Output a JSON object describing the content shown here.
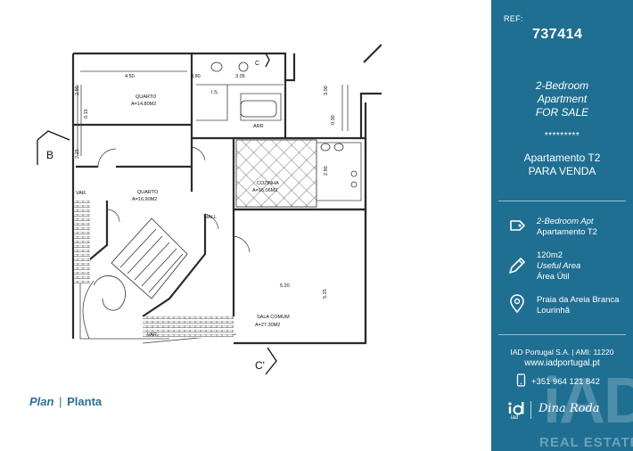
{
  "plan": {
    "caption_en": "Plan",
    "caption_sep": "|",
    "caption_pt": "Planta",
    "labels": {
      "quarto_1": "QUARTO",
      "quarto_1_area": "A=14.80M2",
      "quarto_2": "QUARTO",
      "quarto_2_area": "A=16.90M2",
      "hall": "HALL",
      "cozinha": "COZINHA",
      "cozinha_area": "A=15.06M2",
      "sala": "SALA COMUM",
      "sala_area": "A=27.30M2",
      "is": "I.S.",
      "arr": "ARR",
      "var_1": "VAR.",
      "var_2": "VAR.",
      "section_b": "B",
      "section_c": "C'",
      "section_c_top": "C",
      "dim_450": "4.50",
      "dim_080": "0.80",
      "dim_305": "3.05",
      "dim_300": "3.00",
      "dim_290a": "2.90",
      "dim_015": "0.15",
      "dim_215": "2.15",
      "dim_030": "0.30",
      "dim_290b": "2.90",
      "dim_525": "5.25",
      "dim_520": "5.20"
    }
  },
  "panel": {
    "ref_label": "REF:",
    "ref_number": "737414",
    "title_en_1": "2-Bedroom",
    "title_en_2": "Apartment",
    "title_en_3": "FOR SALE",
    "stars": "*********",
    "title_pt_1": "Apartamento T2",
    "title_pt_2": "PARA VENDA",
    "type_en": "2-Bedroom Apt",
    "type_pt": "Apartamento T2",
    "area_value": "120m2",
    "area_en": "Useful Area",
    "area_pt": "Área Útil",
    "location_1": "Praia da Areia Branca",
    "location_2": "Lourinhã",
    "agency": "IAD Portugal S.A. | AMI: 11220",
    "website": "www.iadportugal.pt",
    "phone": "+351 964 121 842",
    "logo_small": "iad",
    "signature": "Dina Roda",
    "watermark": "iAD",
    "watermark_sub": "REAL ESTATE"
  },
  "colors": {
    "panel_bg": "#1f6f92",
    "caption": "#2a6f96",
    "plan_lines": "#2b2b2b"
  },
  "icons": [
    "tag-icon",
    "pencil-icon",
    "location-pin-icon",
    "phone-icon",
    "iad-logo-icon"
  ]
}
